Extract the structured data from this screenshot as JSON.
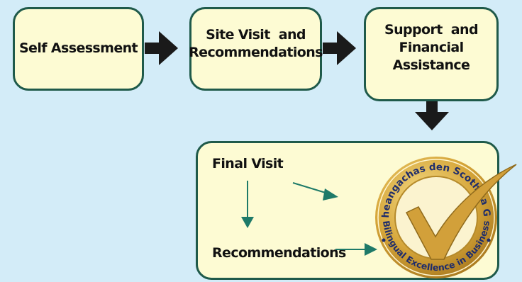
{
  "steps": {
    "self_assessment": "Self Assessment",
    "site_visit_line1": "Site Visit  and",
    "site_visit_line2": "Recommendations",
    "support_line1": "Support  and",
    "support_line2": "Financial",
    "support_line3": "Assistance",
    "final_visit": "Final Visit",
    "recommendations": "Recommendations"
  },
  "seal": {
    "top_text": "Dátheangachas den Scoth sa Ghnó",
    "bottom_text": "Bilingual Excellence in Business"
  },
  "colors": {
    "background": "#d3ecf8",
    "box_fill": "#fdfbd3",
    "box_border": "#1f5a4a",
    "arrow_dark": "#1a1a1a",
    "arrow_teal": "#1e7a68",
    "seal_gold": "#c99a2e"
  }
}
